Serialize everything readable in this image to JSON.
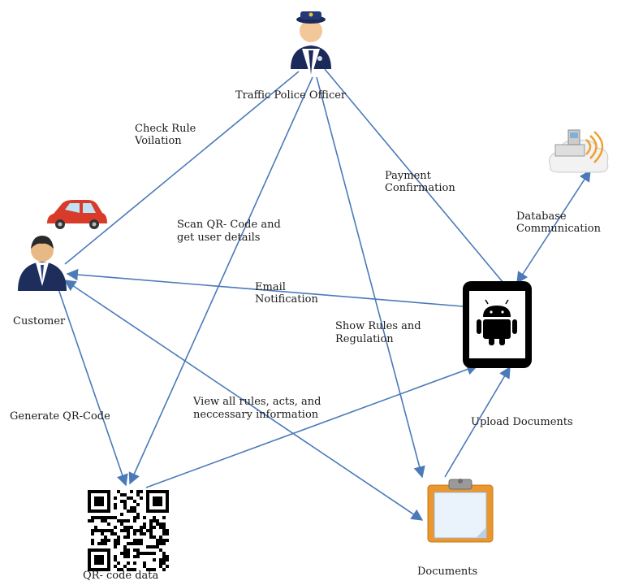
{
  "nodes": {
    "officer": "Traffic Police Officer",
    "customer": "Customer",
    "qr": "QR- code data",
    "documents": "Documents"
  },
  "edges": {
    "check_rule": [
      "Check Rule",
      "Voilation"
    ],
    "scan_qr": [
      "Scan QR- Code and",
      "get user details"
    ],
    "payment": [
      "Payment",
      "Confirmation"
    ],
    "database": [
      "Database",
      "Communication"
    ],
    "email": [
      "Email",
      "Notification"
    ],
    "show_rules": [
      "Show Rules and",
      "Regulation"
    ],
    "generate_qr": "Generate QR-Code",
    "view_rules": [
      "View all rules, acts, and",
      "neccessary information"
    ],
    "upload": "Upload Documents"
  },
  "icons": {
    "officer": "police-officer-icon",
    "customer": "person-icon",
    "car": "car-icon",
    "phone": "android-phone-icon",
    "server": "database-server-icon",
    "qr": "qr-code-icon",
    "clipboard": "clipboard-icon"
  },
  "colors": {
    "arrow": "#4a7ab8",
    "car": "#d93b2b",
    "phone": "#000000",
    "clipboard": "#e9972e"
  }
}
